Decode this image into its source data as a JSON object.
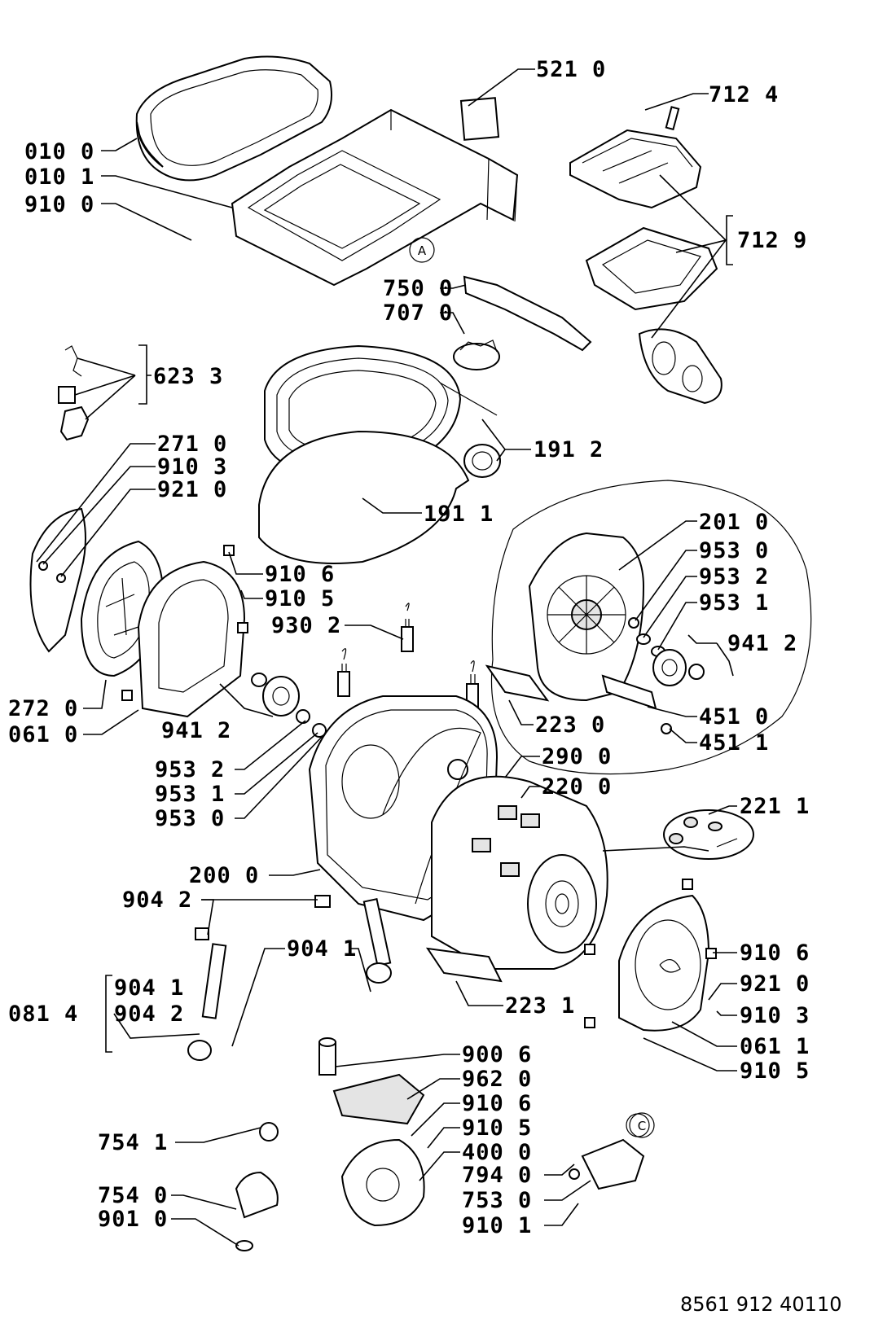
{
  "document_number": "8561 912 40110",
  "callouts": {
    "c_A": "A",
    "c_C": "C"
  },
  "labels": [
    "521 0",
    "712 4",
    "010 0",
    "010 1",
    "910 0",
    "712 9",
    "750 0",
    "707 0",
    "623 3",
    "191 2",
    "271 0",
    "910 3",
    "921 0",
    "191 1",
    "201 0",
    "953 0",
    "953 2",
    "953 1",
    "910 6",
    "910 5",
    "930 2",
    "941 2",
    "272 0",
    "061 0",
    "941 2",
    "451 0",
    "451 1",
    "223 0",
    "953 2",
    "953 1",
    "953 0",
    "290 0",
    "220 0",
    "221 1",
    "200 0",
    "904 2",
    "904 1",
    "910 6",
    "904 1",
    "921 0",
    "081 4",
    "904 2",
    "910 3",
    "223 1",
    "061 1",
    "910 5",
    "900 6",
    "962 0",
    "910 6",
    "754 1",
    "910 5",
    "400 0",
    "794 0",
    "754 0",
    "753 0",
    "901 0",
    "910 1"
  ]
}
